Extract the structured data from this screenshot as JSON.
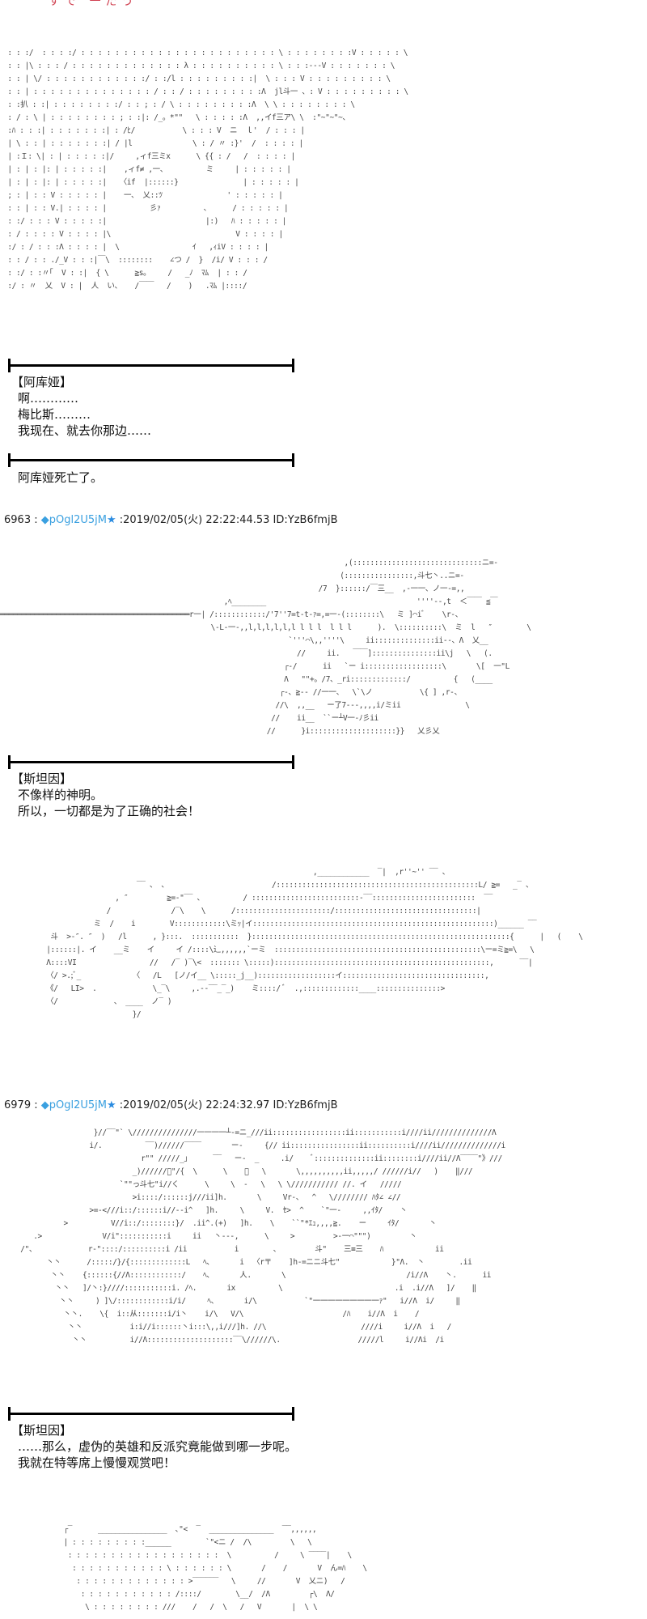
{
  "top_fragment": "すで 一だう",
  "art1": [
    " : : :/  : : : :/ : : : : : : : : : : : : : : : : : : : : : : : \\ : : : : : : : :V : : : : : \\",
    " : : |\\ : : : / : : : : : : : : : : : : : λ : : : : : : : : : : \\ : : :---V : : : : : : : \\",
    " : : | \\/ : : : : : : : : : : : :/ : :/l : : : : : : : : :|  \\ : : : V : : : : : : : : : \\",
    " : : | : : : : : : : : : : : : : : / : : / : : : : : : : : :Λ  jl斗一 、: V : : : : : : : : : \\",
    " : :扒 : :| : : : : : : : :/ : : ; : / \\ : : : : : : : : :Λ  \\ \\ : : : : : : : : \\",
    " : / : \\ | : : : : : : : : ; : :|: /_。*\"\"   \\ : : : : :Λ  ,,イf三ア\\ \\  :\"~\"~\"~、",
    " :ﾊ : : :| : : : : : : :| : /ﾋ/           \\ : : : V  ニ  ｌ'  / : : : |",
    " | \\ : : | : : : : : : :| / |l              \\ : / 〃 :}'  /  : : : : |",
    " | :Ｉ: \\| : | : : : : :|/     ,ィf三ミx      \\ {{ : /   /  : : : : |",
    " | : | : |: | : : : : :|    ,ィf≠ ,一、         ミ     | : : : : : |",
    " | : | : |: | : : : : :|   〈if  |::::::}               | : : : : : |",
    " ; : | : : V : : : : : |    一、 乂::ﾂ               ' : : : : : |",
    " : : | : : V.| : : : : |          彡ｧ          、     / : : : : : |",
    " : :/ : : : V : : : : :|                       |:)   ﾊ : : : : : |",
    " : / : : : : V : : : : |\\                             V : : : : |",
    " :/ : / : : :Λ : : : : |  \\                 ｲ   ,ｨiV : : : : |",
    " : : / : : ./_V : : :|￣\\  ::::::::    ∠つ /  }  /i/ V : : : /",
    " : :/ : :〃｢  V : :|  { \\      ≧s。    /   _ﾉ  ﾏﾑ  | : : /",
    " :/ : 〃  乂  V : |  人  い、   /￣￣   /    )   .ﾏﾑ |::::/"
  ],
  "scene1": {
    "speaker": "【阿库娅】",
    "lines": [
      "啊…………",
      "梅比斯………",
      "我现在、就去你那边……"
    ],
    "narration": "阿库娅死亡了。"
  },
  "post1": {
    "number": "6963",
    "sep": " : ",
    "trip": "◆pOgl2U5jM",
    "star": "★",
    "date": " :2019/02/05(火) 22:22:44.53 ID:YzB6fmjB"
  },
  "art2": [
    "                                                                                ,(::::::::::::::::::::::::::::::ニ=-",
    "                                                                               (::::::::::::::::,斗七丶..ニ=-",
    "                                                                          /7  }::::::/￣三__  ,-一一、ノ一-=,,",
    "                                                    ,ﾍ________                                   ''''‐-,t  ＜￣￣ ≦￣",
    "════════════════════════════════════════════r一| /::::::::::::/'7''7=t-t-ｧ=,=一-(::::::::\\   ミ ]⌒iﾞ    \\r-、",
    "                                                 \\-L-一-,,l,l,l,l,l,l l l l  l l l      ).  \\::::::::::\\  ミ  l   ″        \\",
    "                                                                   `'''⌒\\,,''''\\     ii::::::::::::::ii--、Λ  乂__",
    "                                                                     //     ii.   ￣￣]:::::::::::::::ii\\j   \\   (.",
    "                                                                  ┌-/      ii   `ー i::::::::::::::::::\\       \\[  一\"L",
    "                                                                  Λ   \"\"+。/7、_ri:::::::::::::/          {   (____",
    "                                                                 ┌-、≧-- //一一、  \\`\\ノ           \\{ ] ,r-、",
    "                                                                //\\  ,,__   ー了7---,,,,i/ミii               \\",
    "                                                               //    ii__  ``ー┴V一-ﾉ彡ii",
    "                                                              //      }i::::::::::::::::::::}}   乂彡乂"
  ],
  "scene2": {
    "speaker": "【斯坦因】",
    "lines": [
      "不像样的神明。",
      "所以，一切都是为了正确的社会！"
    ]
  },
  "art3": [
    "                                                                        ,____________  ‾|  ,r''~'' ‾‾ 、",
    "                               ‾‾ 、 、                        /:::::::::::::::::::::::::::::::::::::::::::::::L/ ≧=   _‾ 、",
    "                          , ″         ≧=-\"‾‾ 、         / :::::::::::::::::::::::::-‾‾::::::::::::::::::::::::  ‾‾",
    "                        /              /‾\\    \\      /::::::::::::::::::::::/:::::::::::::::::::::::::::::::::|",
    "                     ミ  /    i        V::::::::::::\\ミｯ|イ::::::::::::::::::::::::::::::::::::::::::::::::::::::::)______ ‾‾",
    "           斗  >‐″. ″  )   /l      , }:::.  :::::::::::  }::::::::::::::::::::::::::::::::::::::::::::::::::::::::::::{      |   (    \\",
    "          |::::::|. イ    __ミ    イ     イ /::::\\辶,,,,,,`ーミ  ::::::::::::::::::::::::::::::::::::::::::::::::\\ー=ミ≧=\\   \\",
    "          Λ::::VI                 //   /‾ )‾\\<  ::::::: \\:::::)::::::::::::::::::::::::::::::::::::::::::::::::::,      ‾‾|",
    "          〈/ >.;ﾞ_            〈   /L   [ノ/イ__ \\:::::_j__)::::::::::::::::::イ:::::::::::::::::::::::::::::::::,",
    "          《/   LI>  .             \\_‾\\     ,.--‾‾_‾_)    ミ::::/ ﾞ  .,:::::::::::::____:::::::::::::::>",
    "          〈/             、 ____  ノ‾ )",
    "                              }/"
  ],
  "post2": {
    "number": "6979",
    "sep": " : ",
    "trip": "◆pOgl2U5jM",
    "star": "★",
    "date": " :2019/02/05(火) 22:24:32.97 ID:YzB6fmjB"
  },
  "art4": [
    "                     }//‾‾\"` \\///////////////一一一一┴-=ニ_///ii:::::::::::::::::ii:::::::::::i////ii//////////////Λ",
    "                    i/.          ‾‾)//////‾‾‾‾       ー-     {// ii::::::::::::::::ii::::::::::i////ii//////////////i",
    "                                r\"\" /////_」     ‾‾   ー-  _     .i/    ﾞ::::::::::::::ii::::::::i////ii//Λ‾‾‾‾\"》///",
    "                              _)//////ﾞ\"/{  \\      \\    、   \\       \\,,,,,,,,,,ii,,,,,/ //////i//   )    ‖///",
    "                           `\"\"っ斗七\"i//く      \\     \\  ‐   \\   \\ \\/////////// //. イ   /////",
    "                              >i::::/::::::j///ii]h.       \\     Vr-、  ^   \\//////// ﾊﾀ∠ ∠//",
    "                    >=-<///i::/::::::i//--i^   ]h.     \\     V.  ｾ>  ^    `\"一-     ,,ｲﾀ/    丶",
    "              >          V//i::/::::::::}/  .ii^.(+)   ]h.    \\    ``\"*ｴｭ,,,,≧.    ー     ｲﾀ/       丶",
    "       .>              V/i\":::::::::::i     ii   丶---,      \\     >         >-一⌒\"\"\")         丶",
    "    /\"、            r‐\"::::/::::::::::i /ii           i        、        斗\"    三≡三    ﾊ            ii",
    "          丶丶      /:::::/}/{:::::::::::::L   ﾍ、      i  〈r〒    ]h-=ニニ斗七\"            }\"Λ.  丶        .ii",
    "           丶丶    {::::::{//Λ::::::::::::/    ﾍ、      人.       \\                            /i//Λ    丶.      ii",
    "            丶丶   ]/丶:}////:::::::::::i. /ﾍ.       ix          \\                          .i  .i//Λ   ]/    ‖",
    "             丶丶     ) ]\\/::::::::::::i/i/     ﾍ、      i/\\           `\"一一一一一一一一一ｧ\"   i//Λ  i/     ‖",
    "              丶丶.    \\{  i::从:::::::i/i丶    i/\\   V/\\                       /ﾊ    i//Λ  i    /",
    "               丶丶           i:i//i::::::丶i:::\\,,i///]h. //\\                      ////i     i//Λ  i   /",
    "                丶丶          i//Λ::::::::::::::::::::‾‾\\//////\\.                  /////l     i//Λi  /i"
  ],
  "scene3": {
    "speaker": "【斯坦因】",
    "lines": [
      "……那么，虚伪的英雄和反派究竟能做到哪一步呢。",
      "我就在特等席上慢慢观赏吧！"
    ]
  },
  "art5": [
    "              ┌‾      ________________  ､\"<  ‾  _______________  ‾‾,,,,,,",
    "              | : : : : : : : : :______        `\"<ニ /  /\\         \\   \\",
    "               : : : : : : : : : : : : : : : : : :  \\          /     \\ ‾‾‾‾|    \\",
    "                : : : : : : : : : : : \\ : : : : : : \\       /    /       V  ん=ﾊ    \\",
    "                 : : : : : : : : : : : : : >‾‾‾‾‾‾   \\     //       V  乂ニ)   /",
    "                  : : : : : : : : : : : /::::/        \\__/  /Λ         ┌\\  Λ/",
    "                   \\ : : : : : : : : ///    /   /  \\   /   V       |  \\ \\"
  ]
}
